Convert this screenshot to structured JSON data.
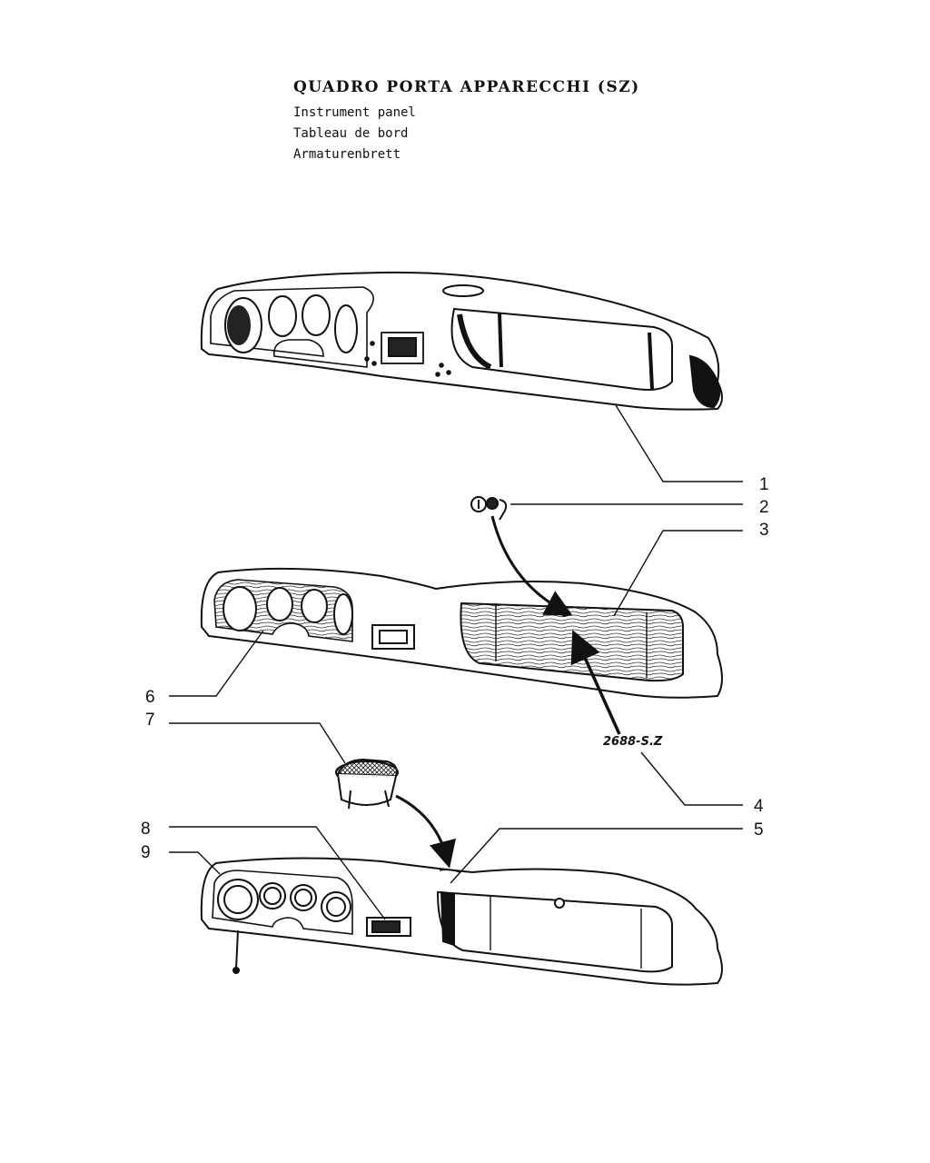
{
  "header": {
    "title": "QUADRO PORTA APPARECCHI (SZ)",
    "subtitles": [
      "Instrument panel",
      "Tableau de bord",
      "Armaturenbrett"
    ]
  },
  "callouts": [
    "1",
    "2",
    "3",
    "4",
    "5",
    "6",
    "7",
    "8",
    "9"
  ],
  "part_code": "2688-S.Z"
}
